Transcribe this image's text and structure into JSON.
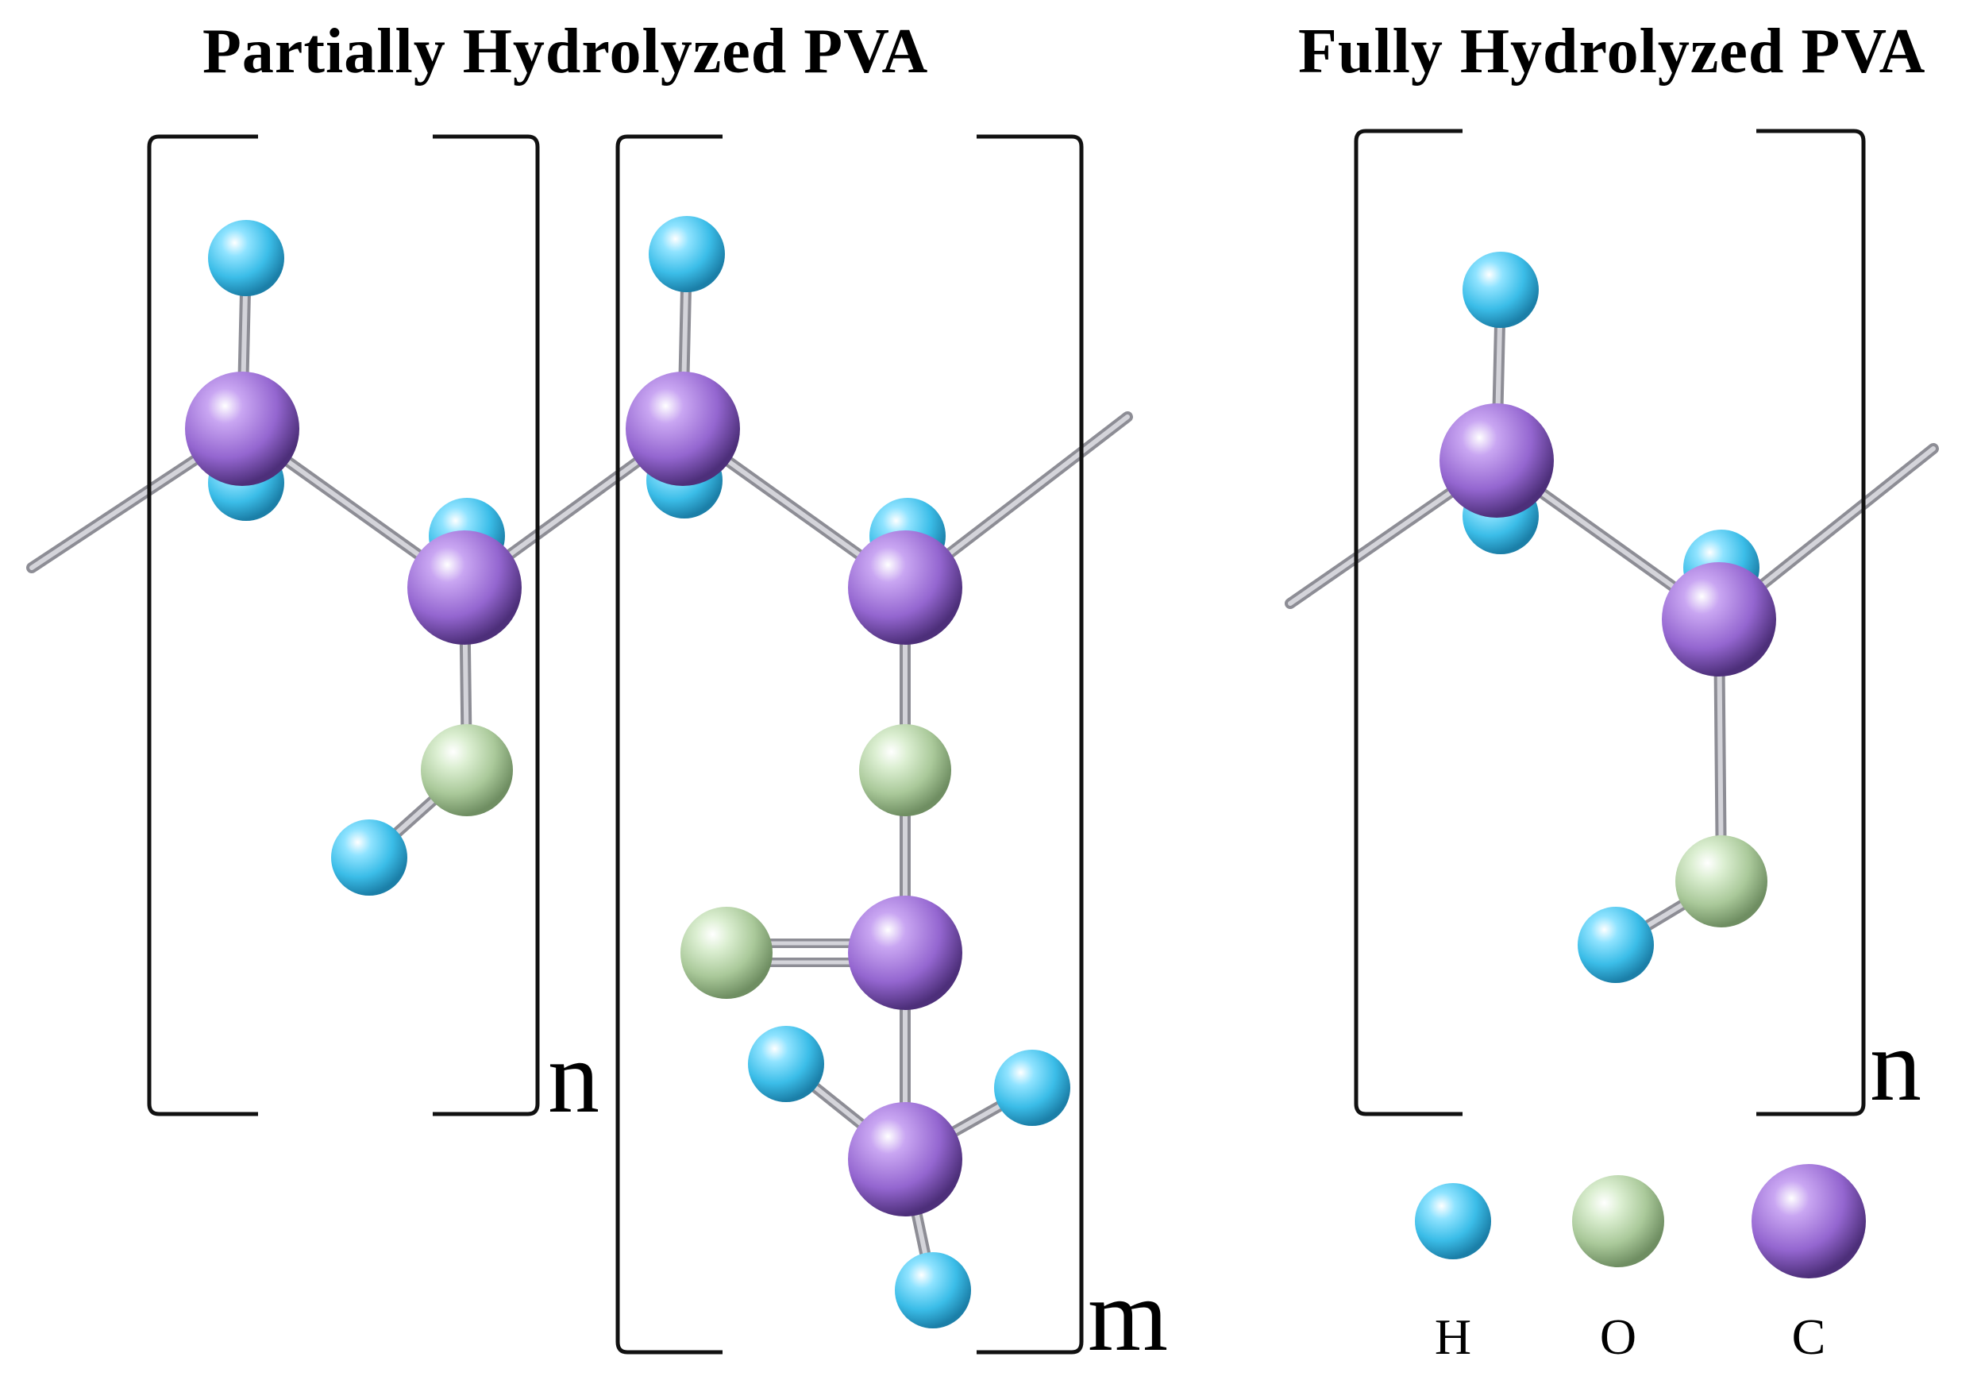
{
  "titles": {
    "partial": "Partially Hydrolyzed PVA",
    "full": "Fully Hydrolyzed PVA"
  },
  "subscripts": {
    "partial_vinyl_alcohol": "n",
    "partial_vinyl_acetate": "m",
    "full": "n"
  },
  "legend": [
    {
      "symbol": "H",
      "color": "#4cc9f0"
    },
    {
      "symbol": "O",
      "color": "#b5d6a7"
    },
    {
      "symbol": "C",
      "color": "#9b6fd6"
    }
  ],
  "colors": {
    "hydrogen": "#4cc9f0",
    "oxygen": "#b5d6a7",
    "carbon": "#9b6fd6",
    "bond": "#b4b4bc"
  }
}
